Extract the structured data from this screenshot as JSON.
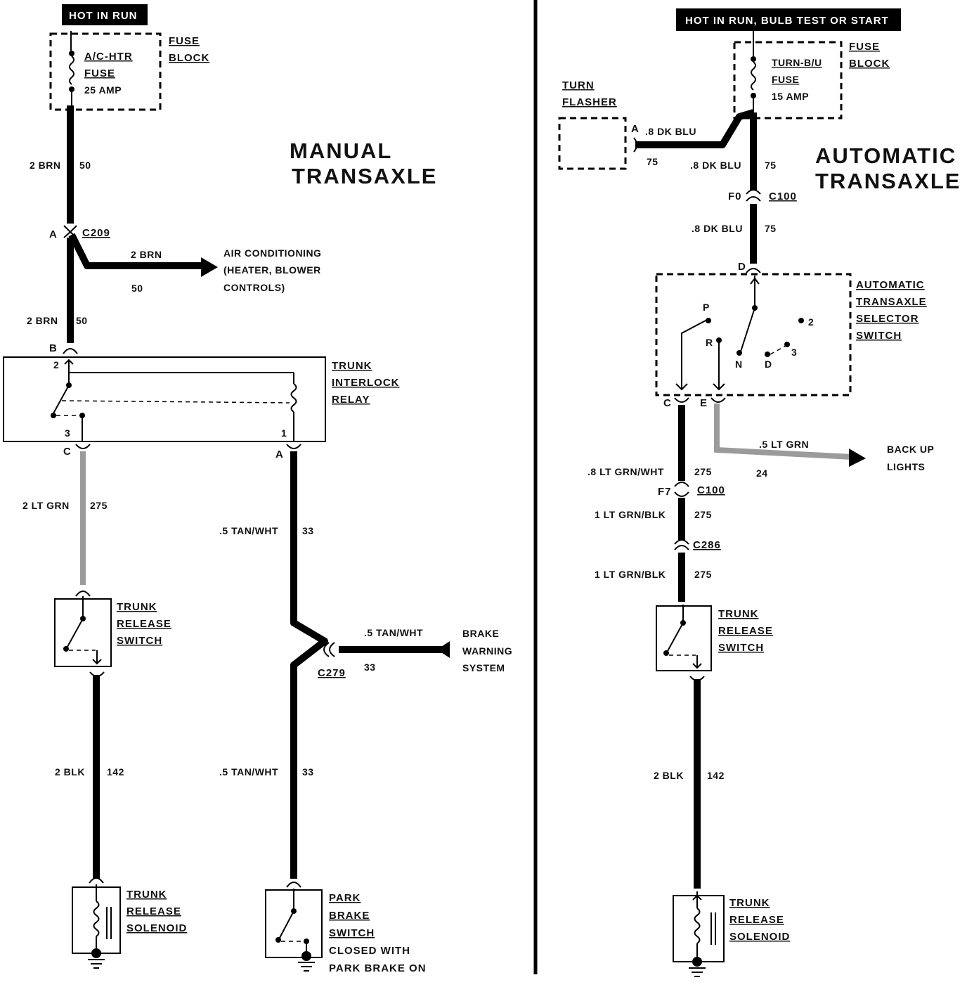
{
  "colors": {
    "wire": "#000000",
    "wire_lt_grn": "#9b9b9b",
    "header_bg": "#000000",
    "header_fg": "#ffffff"
  },
  "manual": {
    "header": "HOT IN RUN",
    "title_1": "MANUAL",
    "title_2": "TRANSAXLE",
    "fuse_name_1": "A/C-HTR",
    "fuse_name_2": "FUSE",
    "fuse_rating": "25 AMP",
    "fuse_block_1": "FUSE",
    "fuse_block_2": "BLOCK",
    "wire_2brn_a": "2 BRN",
    "wire_2brn_a_circuit": "50",
    "conn_A": "A",
    "conn_c209": "C209",
    "branch_wire": "2 BRN",
    "branch_circuit": "50",
    "ac_1": "AIR CONDITIONING",
    "ac_2": "(HEATER, BLOWER",
    "ac_3": "CONTROLS)",
    "wire_2brn_b": "2 BRN",
    "wire_2brn_b_circuit": "50",
    "conn_B": "B",
    "relay_pin_2": "2",
    "relay_pin_3": "3",
    "relay_pin_1": "1",
    "relay_1": "TRUNK",
    "relay_2": "INTERLOCK",
    "relay_3": "RELAY",
    "conn_C": "C",
    "conn_A2": "A",
    "wire_ltgrn": "2 LT GRN",
    "wire_ltgrn_circuit": "275",
    "wire_tan_a": ".5 TAN/WHT",
    "wire_tan_a_circuit": "33",
    "switch_1": "TRUNK",
    "switch_2": "RELEASE",
    "switch_3": "SWITCH",
    "brake_wire": ".5 TAN/WHT",
    "brake_circuit": "33",
    "conn_c279": "C279",
    "brake_1": "BRAKE",
    "brake_2": "WARNING",
    "brake_3": "SYSTEM",
    "wire_blk": "2 BLK",
    "wire_blk_circuit": "142",
    "wire_tan_b": ".5 TAN/WHT",
    "wire_tan_b_circuit": "33",
    "solenoid_1": "TRUNK",
    "solenoid_2": "RELEASE",
    "solenoid_3": "SOLENOID",
    "park_1": "PARK",
    "park_2": "BRAKE",
    "park_3": "SWITCH",
    "park_4": "CLOSED WITH",
    "park_5": "PARK BRAKE ON"
  },
  "automatic": {
    "header": "HOT IN RUN, BULB TEST OR START",
    "title_1": "AUTOMATIC",
    "title_2": "TRANSAXLE",
    "fuse_name_1": "TURN-B/U",
    "fuse_name_2": "FUSE",
    "fuse_rating": "15 AMP",
    "fuse_block_1": "FUSE",
    "fuse_block_2": "BLOCK",
    "flasher_1": "TURN",
    "flasher_2": "FLASHER",
    "flasher_pin": "A",
    "flasher_wire": ".8 DK BLU",
    "flasher_circuit": "75",
    "wire_dkblu_a": ".8 DK BLU",
    "wire_dkblu_a_circuit": "75",
    "conn_f0": "F0",
    "conn_c100": "C100",
    "wire_dkblu_b": ".8 DK BLU",
    "wire_dkblu_b_circuit": "75",
    "conn_D": "D",
    "sel_1": "AUTOMATIC",
    "sel_2": "TRANSAXLE",
    "sel_3": "SELECTOR",
    "sel_4": "SWITCH",
    "pos_P": "P",
    "pos_R": "R",
    "pos_N": "N",
    "pos_D": "D",
    "pos_3": "3",
    "pos_2": "2",
    "conn_C": "C",
    "conn_E": "E",
    "backup_wire": ".5 LT GRN",
    "backup_circuit": "24",
    "backup_1": "BACK UP",
    "backup_2": "LIGHTS",
    "wire_ltgrnwht": ".8 LT GRN/WHT",
    "wire_ltgrnwht_circuit": "275",
    "conn_f7": "F7",
    "conn_c100b": "C100",
    "wire_ltgrnblk_a": "1 LT GRN/BLK",
    "wire_ltgrnblk_a_circuit": "275",
    "conn_c286": "C286",
    "wire_ltgrnblk_b": "1 LT GRN/BLK",
    "wire_ltgrnblk_b_circuit": "275",
    "switch_1": "TRUNK",
    "switch_2": "RELEASE",
    "switch_3": "SWITCH",
    "wire_blk": "2 BLK",
    "wire_blk_circuit": "142",
    "solenoid_1": "TRUNK",
    "solenoid_2": "RELEASE",
    "solenoid_3": "SOLENOID"
  }
}
